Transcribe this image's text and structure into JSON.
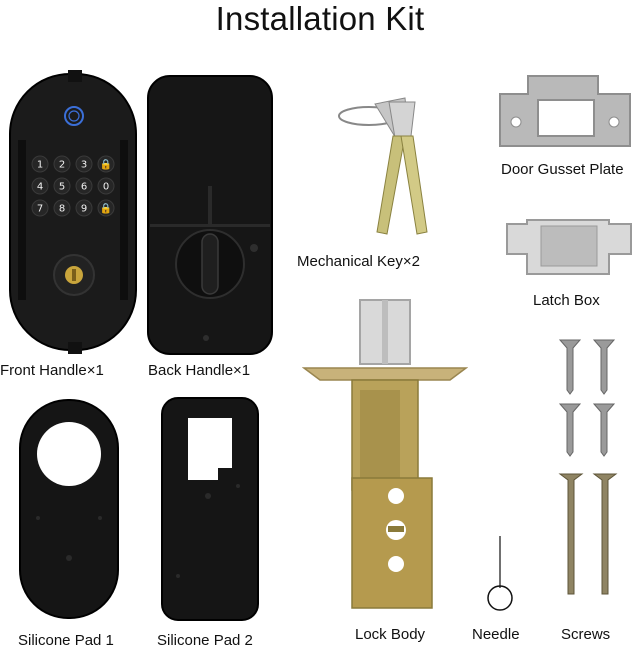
{
  "title": "Installation Kit",
  "items": [
    {
      "name": "front-handle",
      "label": "Front Handle×1"
    },
    {
      "name": "back-handle",
      "label": "Back Handle×1"
    },
    {
      "name": "mechanical-key",
      "label": "Mechanical Key×2"
    },
    {
      "name": "door-gusset-plate",
      "label": "Door Gusset Plate"
    },
    {
      "name": "latch-box",
      "label": "Latch Box"
    },
    {
      "name": "silicone-pad-1",
      "label": "Silicone Pad 1"
    },
    {
      "name": "silicone-pad-2",
      "label": "Silicone Pad 2"
    },
    {
      "name": "lock-body",
      "label": "Lock Body"
    },
    {
      "name": "needle",
      "label": "Needle"
    },
    {
      "name": "screws",
      "label": "Screws"
    }
  ],
  "keypad": {
    "keys": [
      "1",
      "2",
      "3",
      "🔒",
      "4",
      "5",
      "6",
      "0",
      "7",
      "8",
      "9",
      "🔒"
    ]
  },
  "colors": {
    "lock_black": "#1b1b1b",
    "metal_silver": "#b9b9b9",
    "brass": "#b9a25a",
    "keypad_digit": "#f2f2f2",
    "fingerprint_blue": "#3b6fd8"
  }
}
